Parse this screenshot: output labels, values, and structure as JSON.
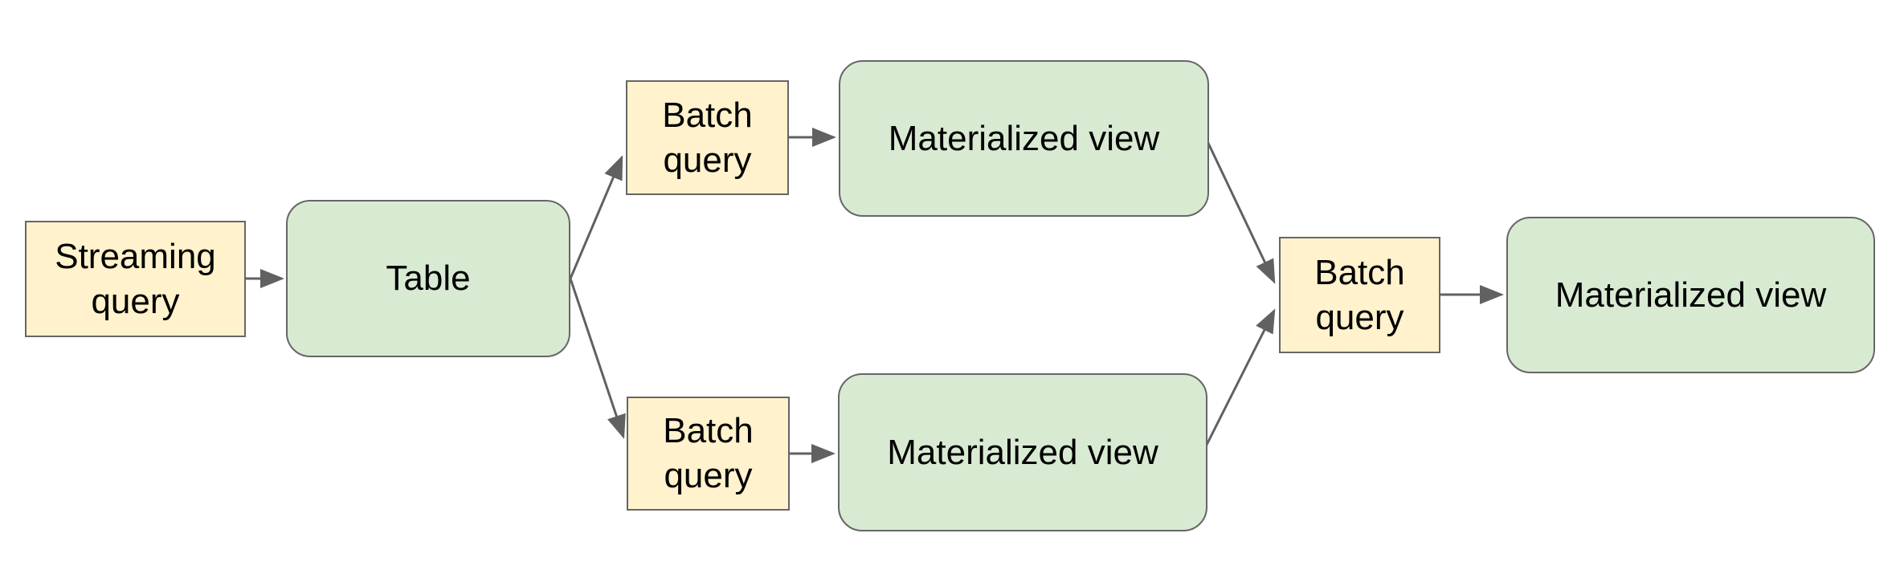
{
  "diagram": {
    "nodes": [
      {
        "id": "streaming-query",
        "label": "Streaming query",
        "kind": "query",
        "shape": "rectangle"
      },
      {
        "id": "table",
        "label": "Table",
        "kind": "table",
        "shape": "rounded-rectangle"
      },
      {
        "id": "batch-query-top",
        "label": "Batch query",
        "kind": "query",
        "shape": "rectangle"
      },
      {
        "id": "materialized-view-top",
        "label": "Materialized view",
        "kind": "view",
        "shape": "rounded-rectangle"
      },
      {
        "id": "batch-query-bottom",
        "label": "Batch query",
        "kind": "query",
        "shape": "rectangle"
      },
      {
        "id": "materialized-view-bottom",
        "label": "Materialized view",
        "kind": "view",
        "shape": "rounded-rectangle"
      },
      {
        "id": "batch-query-right",
        "label": "Batch query",
        "kind": "query",
        "shape": "rectangle"
      },
      {
        "id": "materialized-view-right",
        "label": "Materialized view",
        "kind": "view",
        "shape": "rounded-rectangle"
      }
    ],
    "edges": [
      {
        "from": "streaming-query",
        "to": "table"
      },
      {
        "from": "table",
        "to": "batch-query-top"
      },
      {
        "from": "table",
        "to": "batch-query-bottom"
      },
      {
        "from": "batch-query-top",
        "to": "materialized-view-top"
      },
      {
        "from": "batch-query-bottom",
        "to": "materialized-view-bottom"
      },
      {
        "from": "materialized-view-top",
        "to": "batch-query-right"
      },
      {
        "from": "materialized-view-bottom",
        "to": "batch-query-right"
      },
      {
        "from": "batch-query-right",
        "to": "materialized-view-right"
      }
    ],
    "colors": {
      "query_fill": "#fff2cc",
      "view_fill": "#d9ead3",
      "node_border": "#666666",
      "connector": "#616161",
      "label_text": "#000000",
      "background": "#ffffff"
    }
  }
}
